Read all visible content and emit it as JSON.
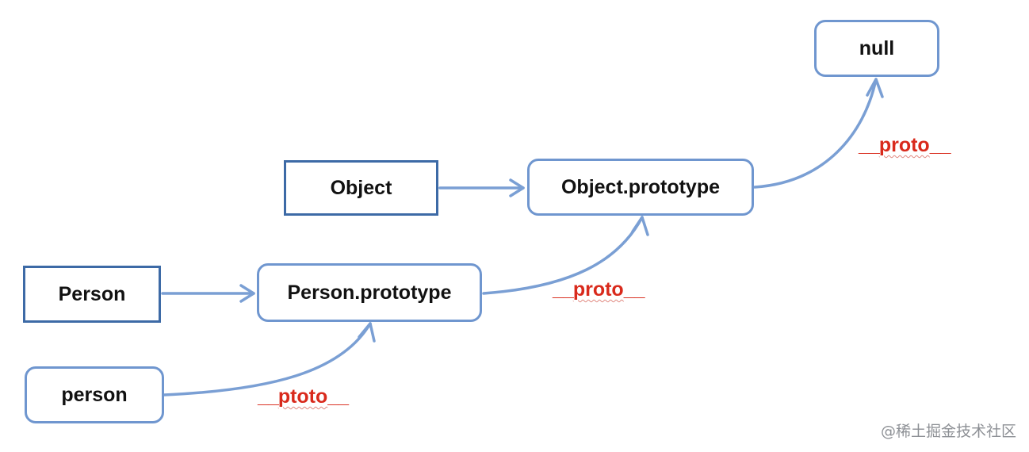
{
  "colors": {
    "arrow": "#7a9fd4",
    "square_border": "#3d6aa6",
    "rounded_border": "#6f96cf",
    "label_red": "#d92a1c",
    "watermark": "#8d9095"
  },
  "nodes": {
    "null": "null",
    "object": "Object",
    "object_prototype": "Object.prototype",
    "person_ctor": "Person",
    "person_prototype": "Person.prototype",
    "person_instance": "person"
  },
  "labels": {
    "proto_top": {
      "prefix": "__",
      "word": "proto",
      "suffix": "__"
    },
    "proto_mid": {
      "prefix": "__",
      "word": "proto",
      "suffix": "__"
    },
    "ptoto_bottom": {
      "prefix": "__",
      "word": "ptoto",
      "suffix": "__"
    }
  },
  "watermark": "@稀土掘金技术社区"
}
